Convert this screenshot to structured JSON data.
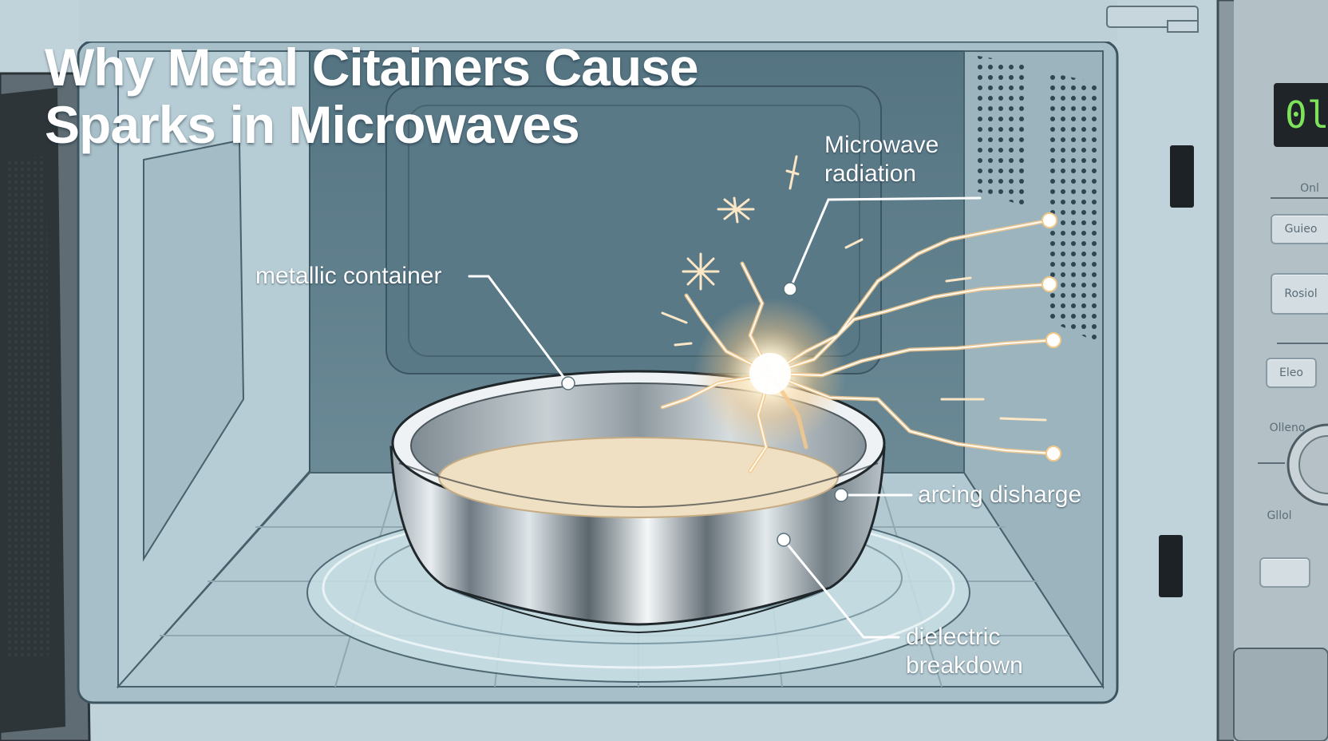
{
  "title": {
    "line1": "Why Metal Citainers Cause",
    "line2": "Sparks in Microwaves"
  },
  "labels": {
    "metallic_container": "metallic container",
    "radiation_line1": "Microwave",
    "radiation_line2": "radiation",
    "arcing": "arcing disharge",
    "dielectric_line1": "dielectric",
    "dielectric_line2": "breakdown"
  },
  "panel": {
    "display": "0l",
    "button_labels": [
      "Onl",
      "Guieo",
      "Rosiol",
      "Eleo",
      "Olleno",
      "Gllol"
    ]
  },
  "colors": {
    "cavity": "#a9c3cc",
    "back_wall": "#5e7d89",
    "oven_body": "#7d8c94",
    "spark_core": "#fff6d8",
    "spark_glow": "#f3c98a",
    "pan_metal": "#c9d2d7",
    "food": "#efdfc3",
    "display_text": "#7ee35a"
  }
}
